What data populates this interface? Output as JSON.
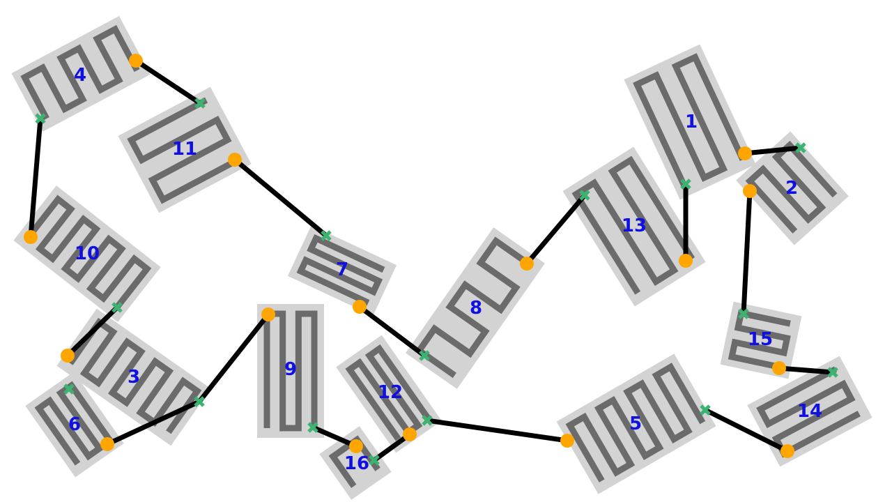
{
  "colors": {
    "background": "#ffffff",
    "block_fill": "#d3d3d3",
    "trace": "#6b6b6b",
    "wire": "#000000",
    "label": "#1010e0",
    "input_marker": "#3cb371",
    "output_marker": "#ffa500"
  },
  "markers": {
    "input": "cross-marker",
    "output": "circle-marker"
  },
  "blocks": [
    {
      "id": "1",
      "label": "1"
    },
    {
      "id": "2",
      "label": "2"
    },
    {
      "id": "3",
      "label": "3"
    },
    {
      "id": "4",
      "label": "4"
    },
    {
      "id": "5",
      "label": "5"
    },
    {
      "id": "6",
      "label": "6"
    },
    {
      "id": "7",
      "label": "7"
    },
    {
      "id": "8",
      "label": "8"
    },
    {
      "id": "9",
      "label": "9"
    },
    {
      "id": "10",
      "label": "10"
    },
    {
      "id": "11",
      "label": "11"
    },
    {
      "id": "12",
      "label": "12"
    },
    {
      "id": "13",
      "label": "13"
    },
    {
      "id": "14",
      "label": "14"
    },
    {
      "id": "15",
      "label": "15"
    },
    {
      "id": "16",
      "label": "16"
    }
  ],
  "connections": [
    {
      "from": "4",
      "to": "11"
    },
    {
      "from": "11",
      "to": "7"
    },
    {
      "from": "7",
      "to": "8"
    },
    {
      "from": "8",
      "to": "13"
    },
    {
      "from": "13",
      "to": "1"
    },
    {
      "from": "1",
      "to": "2"
    },
    {
      "from": "2",
      "to": "15"
    },
    {
      "from": "15",
      "to": "14"
    },
    {
      "from": "14",
      "to": "5"
    },
    {
      "from": "5",
      "to": "12"
    },
    {
      "from": "12",
      "to": "16"
    },
    {
      "from": "16",
      "to": "9"
    },
    {
      "from": "9",
      "to": "3"
    },
    {
      "from": "3",
      "to": "10"
    },
    {
      "from": "10",
      "to": "4"
    },
    {
      "from": "6",
      "to": "3"
    }
  ]
}
